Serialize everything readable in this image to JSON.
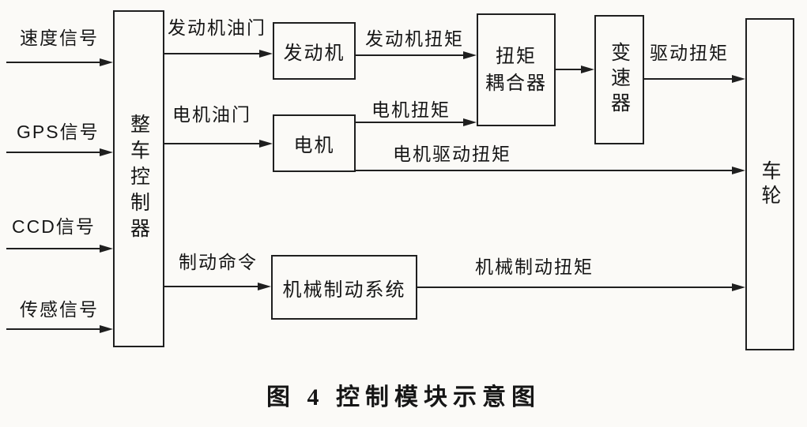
{
  "caption": "图 4  控制模块示意图",
  "colors": {
    "line": "#1f1f1f",
    "background": "#fbfaf7",
    "text": "#161616"
  },
  "inputs": [
    {
      "label": "速度信号"
    },
    {
      "label": "GPS信号"
    },
    {
      "label": "CCD信号"
    },
    {
      "label": "传感信号"
    }
  ],
  "boxes": {
    "controller": {
      "label": "整车控制器"
    },
    "engine": {
      "label": "发动机"
    },
    "motor": {
      "label": "电机"
    },
    "coupler": {
      "line1": "扭矩",
      "line2": "耦合器"
    },
    "transmission": {
      "label": "变速器"
    },
    "brake_system": {
      "label": "机械制动系统"
    },
    "wheel": {
      "label": "车轮"
    }
  },
  "flows": {
    "engine_throttle": "发动机油门",
    "motor_throttle": "电机油门",
    "brake_command": "制动命令",
    "engine_torque": "发动机扭矩",
    "motor_torque": "电机扭矩",
    "drive_torque": "驱动扭矩",
    "motor_drive_torque": "电机驱动扭矩",
    "mech_brake_torque": "机械制动扭矩"
  }
}
